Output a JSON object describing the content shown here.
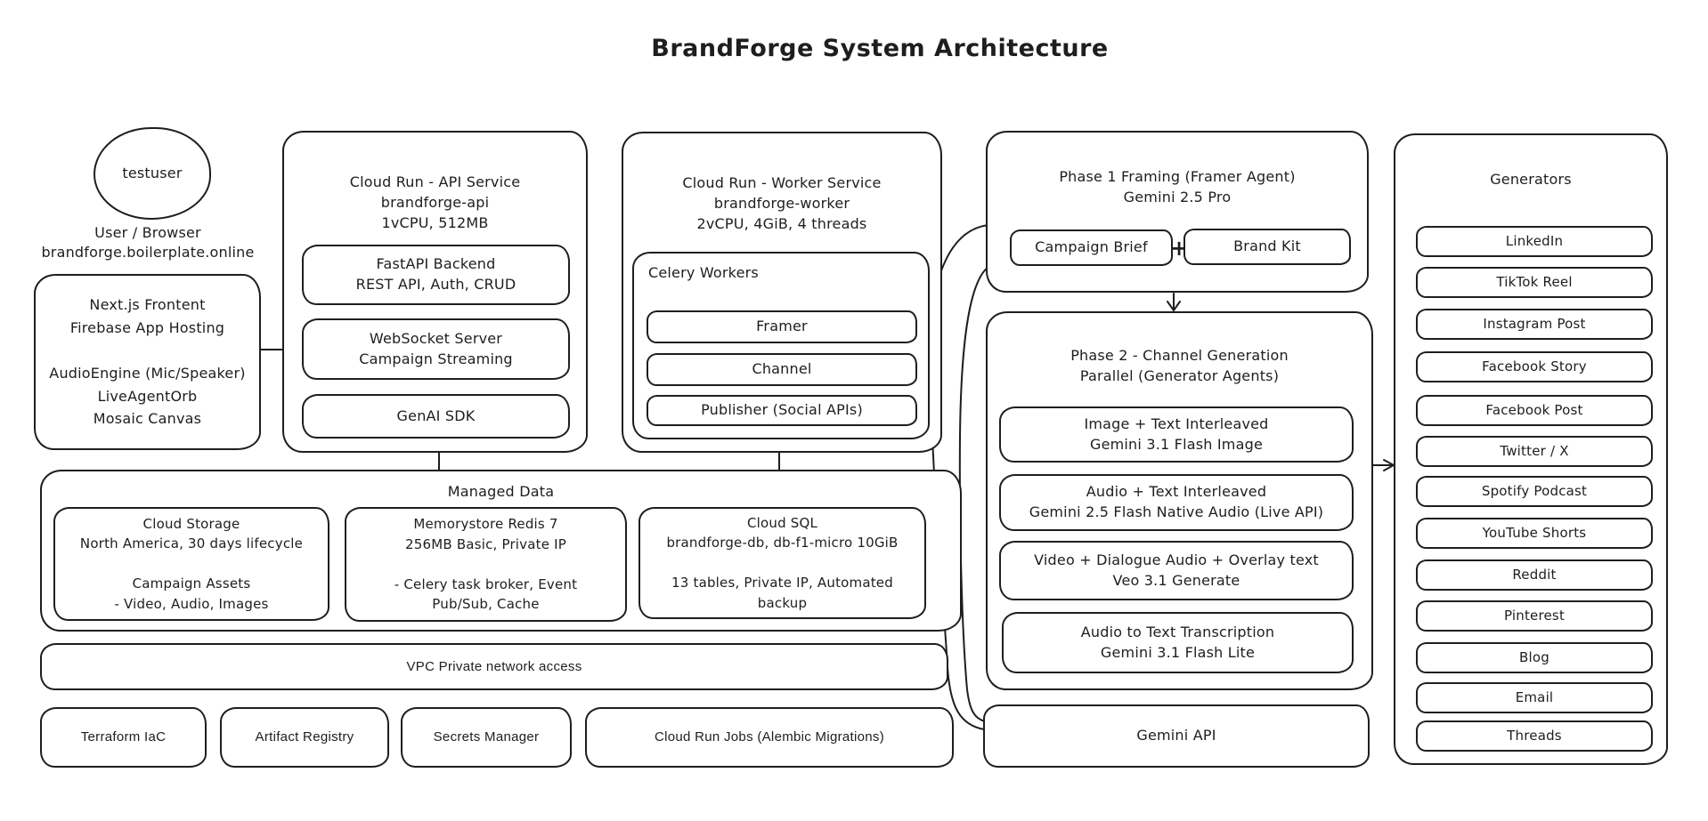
{
  "title": "BrandForge System Architecture",
  "user": {
    "name": "testuser",
    "caption": "User / Browser\nbrandforge.boilerplate.online"
  },
  "frontend": {
    "text": "Next.js Frontent\nFirebase App Hosting\n \nAudioEngine (Mic/Speaker)\nLiveAgentOrb\nMosaic Canvas"
  },
  "api_service": {
    "title": "Cloud Run - API Service\nbrandforge-api\n1vCPU, 512MB",
    "fastapi": "FastAPI Backend\nREST API, Auth, CRUD",
    "websocket": "WebSocket Server\nCampaign Streaming",
    "genai": "GenAI SDK"
  },
  "worker_service": {
    "title": "Cloud Run - Worker Service\nbrandforge-worker\n2vCPU, 4GiB, 4 threads",
    "celery_label": "Celery Workers",
    "workers": [
      "Framer",
      "Channel",
      "Publisher (Social APIs)"
    ]
  },
  "phase1": {
    "title": "Phase 1 Framing (Framer Agent)\nGemini 2.5 Pro",
    "brief": "Campaign Brief",
    "plus": "+",
    "kit": "Brand Kit"
  },
  "phase2": {
    "title": "Phase 2 - Channel Generation\nParallel (Generator Agents)",
    "steps": [
      "Image + Text Interleaved\nGemini 3.1 Flash Image",
      "Audio + Text Interleaved\nGemini 2.5 Flash Native Audio (Live API)",
      "Video + Dialogue Audio + Overlay text\nVeo 3.1 Generate",
      "Audio to Text Transcription\nGemini 3.1 Flash Lite"
    ]
  },
  "gemini_api": {
    "label": "Gemini API"
  },
  "generators": {
    "title": "Generators",
    "items": [
      "LinkedIn",
      "TikTok Reel",
      "Instagram Post",
      "Facebook Story",
      "Facebook Post",
      "Twitter / X",
      "Spotify Podcast",
      "YouTube Shorts",
      "Reddit",
      "Pinterest",
      "Blog",
      "Email",
      "Threads"
    ]
  },
  "managed_data": {
    "title": "Managed Data",
    "cloud_storage": "Cloud Storage\nNorth America, 30 days lifecycle\n \nCampaign Assets\n- Video, Audio, Images",
    "memorystore": "Memorystore Redis 7\n256MB Basic, Private IP\n \n- Celery task broker, Event\nPub/Sub, Cache",
    "cloud_sql": "Cloud SQL\nbrandforge-db, db-f1-micro 10GiB\n \n13 tables, Private IP, Automated\nbackup"
  },
  "vpc": {
    "label": "VPC Private network access"
  },
  "infra": {
    "items": [
      "Terraform IaC",
      "Artifact Registry",
      "Secrets Manager",
      "Cloud Run Jobs (Alembic Migrations)"
    ]
  },
  "colors": {
    "stroke": "#1e1e1e",
    "background": "#ffffff"
  }
}
